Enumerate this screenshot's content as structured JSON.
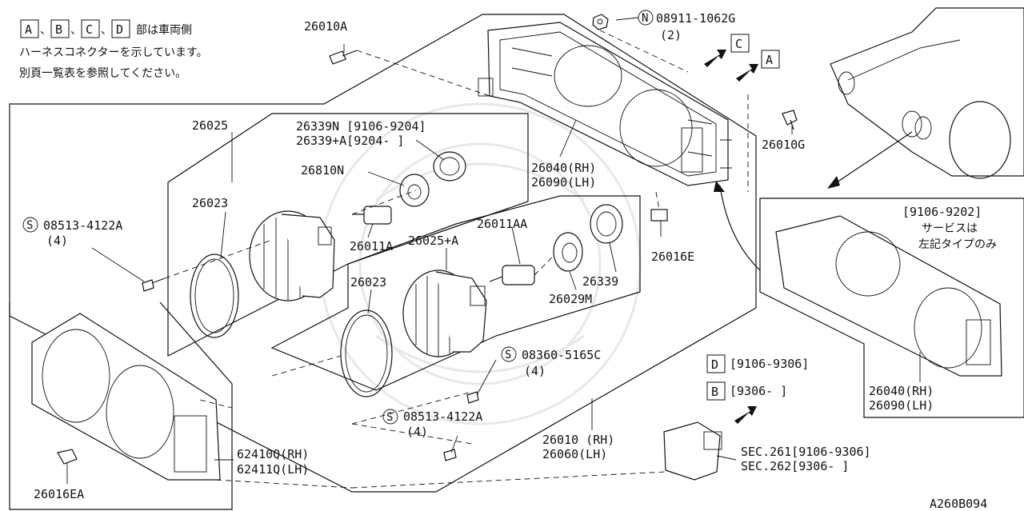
{
  "note": {
    "box_letters": [
      "A",
      "B",
      "C",
      "D"
    ],
    "line1": "部は車両側",
    "line2": "ハーネスコネクターを示しています。",
    "line3": "別頁一覧表を参照してください。",
    "sep": "、"
  },
  "labels": {
    "p26010A": "26010A",
    "bolt_n": "N",
    "p08911": "08911-1062G",
    "q2": "(2)",
    "conn_c": "C",
    "conn_a": "A",
    "p26010G": "26010G",
    "p26025": "26025",
    "p26339N": "26339N [9106-9204]",
    "p26339A": "26339+A[9204-     ]",
    "p26810N": "26810N",
    "p26040rh": "26040(RH)",
    "p26090lh": "26090(LH)",
    "p26023a": "26023",
    "bolt_s": "S",
    "p08513a": "08513-4122A",
    "q4a": "(4)",
    "p26011AA": "26011AA",
    "p26011A": "26011A",
    "p26025A": "26025+A",
    "p26016E": "26016E",
    "p26339": "26339",
    "p26029M": "26029M",
    "p26023b": "26023",
    "p08360": "08360-5165C",
    "q4b": "(4)",
    "p08513b": "08513-4122A",
    "q4c": "(4)",
    "conn_d": "D",
    "d_range": "[9106-9306]",
    "conn_b": "B",
    "b_range": "[9306-     ]",
    "p26010rh": "26010 (RH)",
    "p26060lh": "26060(LH)",
    "sec261": "SEC.261[9106-9306]",
    "sec262": "SEC.262[9306-     ]",
    "p62410Q": "62410Q(RH)",
    "p62411Q": "62411Q(LH)",
    "p26016EA": "26016EA",
    "inset_range": "[9106-9202]",
    "inset_note1": "サービスは",
    "inset_note2": "左記タイプのみ",
    "inset_p26040": "26040(RH)",
    "inset_p26090": "26090(LH)",
    "drawing_code": "A260B094"
  }
}
